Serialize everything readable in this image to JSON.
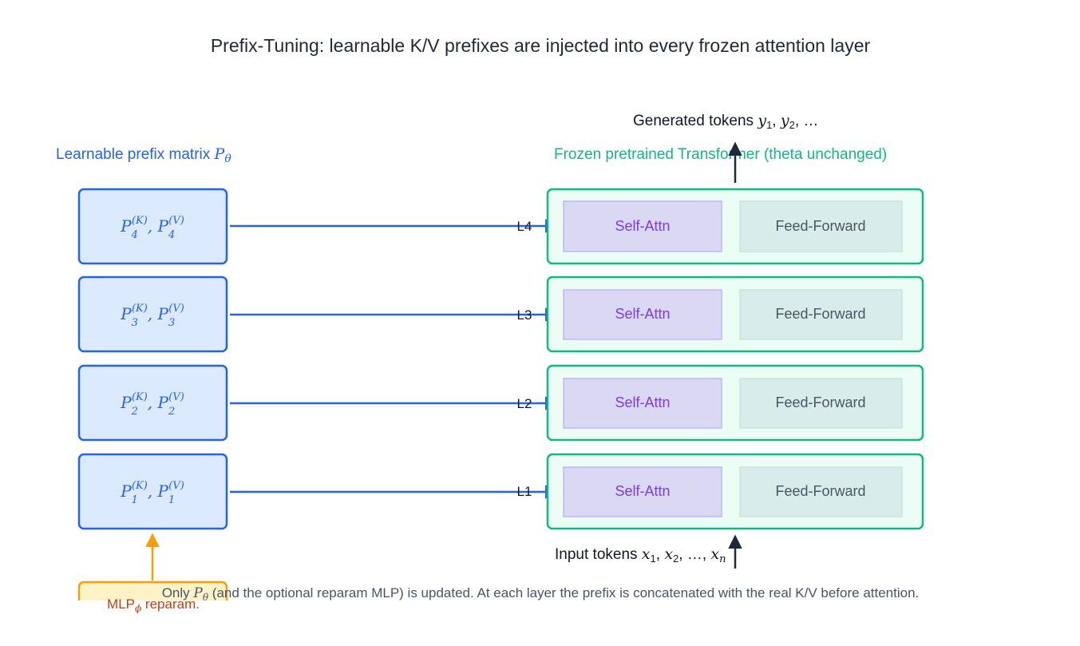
{
  "title": "Prefix-Tuning: learnable K/V prefixes are injected into every frozen attention layer",
  "left_panel": {
    "heading_text": "Learnable prefix matrix ",
    "heading_symbol": "P",
    "heading_subscript": "θ",
    "prefixes": [
      {
        "layer": "4",
        "k_sup": "(K)",
        "v_sup": "(V)"
      },
      {
        "layer": "3",
        "k_sup": "(K)",
        "v_sup": "(V)"
      },
      {
        "layer": "2",
        "k_sup": "(K)",
        "v_sup": "(V)"
      },
      {
        "layer": "1",
        "k_sup": "(K)",
        "v_sup": "(V)"
      }
    ],
    "mlp_label": "MLP",
    "mlp_subscript": "ϕ",
    "mlp_suffix": " reparam."
  },
  "right_panel": {
    "heading": "Frozen pretrained Transformer (theta unchanged)",
    "layers": [
      {
        "label": "L4",
        "attn": "Self-Attn",
        "ffn": "Feed-Forward"
      },
      {
        "label": "L3",
        "attn": "Self-Attn",
        "ffn": "Feed-Forward"
      },
      {
        "label": "L2",
        "attn": "Self-Attn",
        "ffn": "Feed-Forward"
      },
      {
        "label": "L1",
        "attn": "Self-Attn",
        "ffn": "Feed-Forward"
      }
    ],
    "output_label": "Generated tokens ",
    "output_math": "y",
    "output_subs": [
      "1",
      "2"
    ],
    "output_ellipsis": "…",
    "input_label": "Input tokens ",
    "input_math": "x",
    "input_subs": [
      "1",
      "2",
      "n"
    ],
    "input_ellipsis": "…"
  },
  "footnote": {
    "before": "Only ",
    "symbol": "P",
    "subscript": "θ",
    "after": " (and the optional reparam MLP) is updated. At each layer the prefix is concatenated with the real K/V before attention."
  },
  "colors": {
    "title": "#1f2937",
    "prefix_blue": "#2563eb",
    "prefix_fill": "#dbeafe",
    "frozen_green": "#10b981",
    "frozen_fill": "#ecfdf5",
    "attn_fill": "#dbd8f3",
    "attn_stroke": "#c4b5fd",
    "attn_text": "#7c3aed",
    "ffn_fill": "#d8ece9",
    "ffn_stroke": "#c9e4df",
    "ffn_text": "#4b5563",
    "mlp_orange": "#f59e0b",
    "mlp_fill": "#fef3c7",
    "mlp_text": "#c2410c",
    "dark_arrow": "#1e293b",
    "footnote": "#475569"
  }
}
